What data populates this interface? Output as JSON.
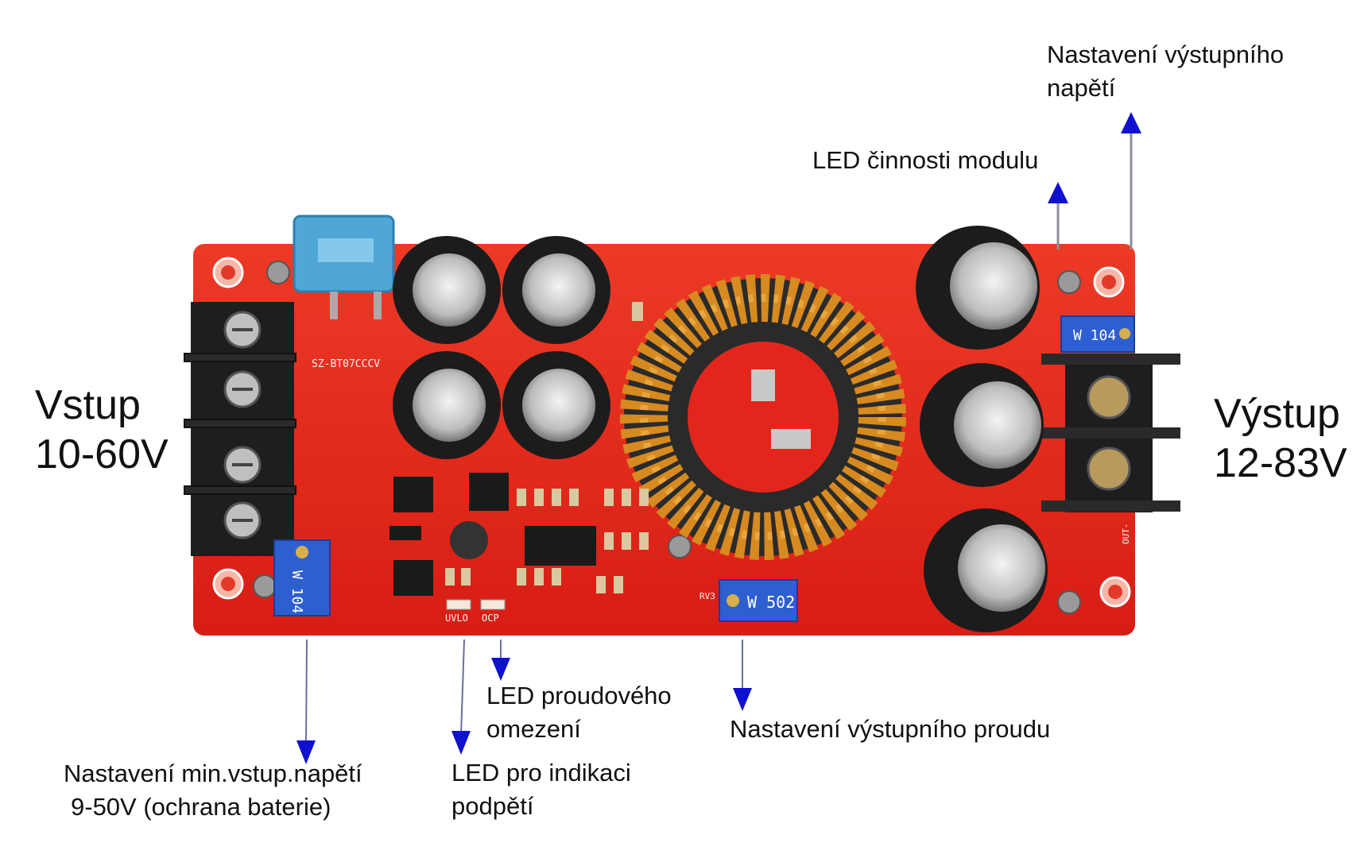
{
  "labels": {
    "input": {
      "line1": "Vstup",
      "line2": "10-60V"
    },
    "output": {
      "line1": "Výstup",
      "line2": "12-83V"
    },
    "output_voltage_adj": {
      "line1": "Nastavení výstupního",
      "line2": "napětí"
    },
    "module_led": "LED činnosti modulu",
    "min_input_voltage": {
      "line1": "Nastavení min.vstup.napětí",
      "line2": "9-50V (ochrana baterie)"
    },
    "undervoltage_led": {
      "line1": "LED pro indikaci",
      "line2": "podpětí"
    },
    "current_limit_led": {
      "line1": "LED proudového",
      "line2": "omezení"
    },
    "output_current_adj": "Nastavení výstupního proudu"
  },
  "board_silkscreen": {
    "model": "SZ-BT07CCCV",
    "pot_left": "W 104",
    "pot_right_top": "W 104",
    "pot_center": "W 502",
    "uvlo": "UVLO",
    "ocp": "OCP",
    "rv3": "RV3",
    "out": "OUT-"
  },
  "colors": {
    "arrow": "#1010d0",
    "arrow_line": "#8a8f99",
    "board": "#e3261c",
    "coil": "#d68a20"
  }
}
